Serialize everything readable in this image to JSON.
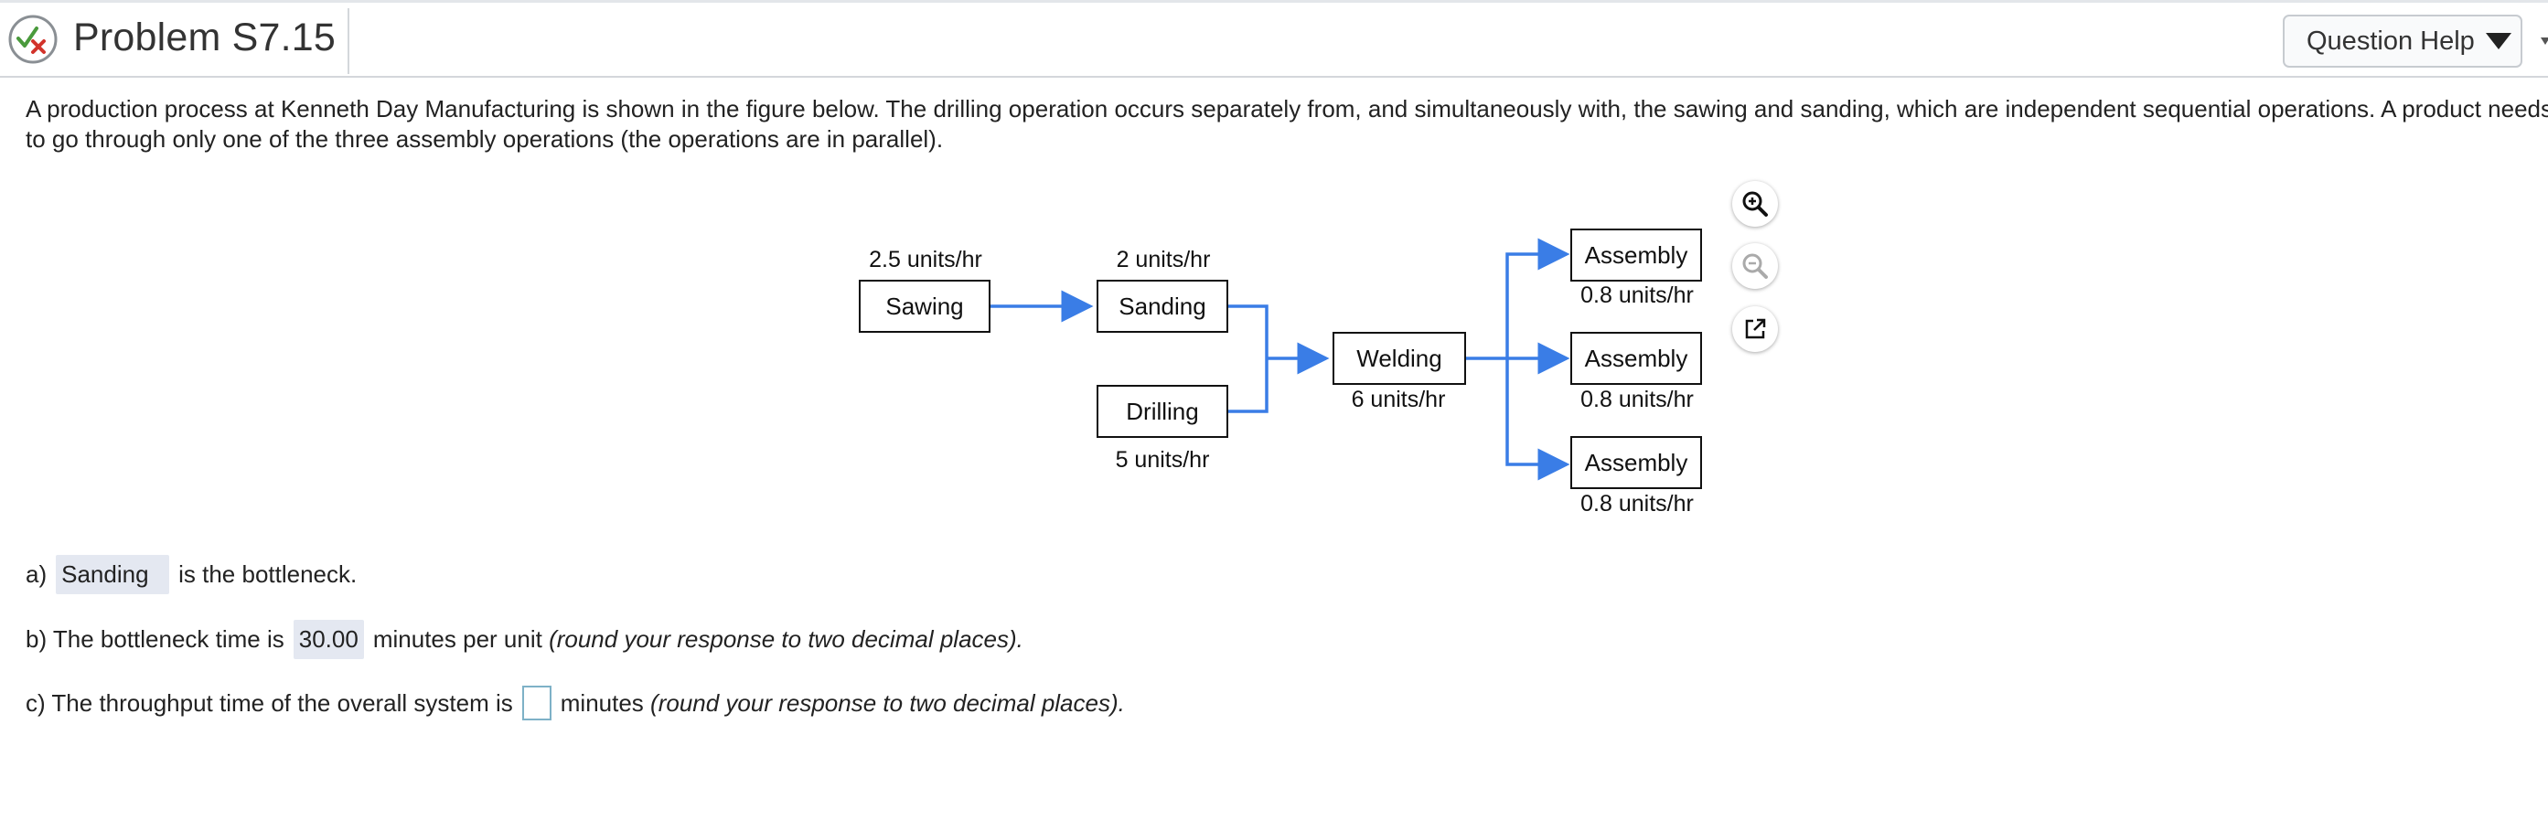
{
  "header": {
    "title": "Problem S7.15",
    "help_label": "Question Help",
    "status_icon": "check-x-status-icon"
  },
  "intro": {
    "line1": "A production process at Kenneth Day Manufacturing is shown in the figure below. The drilling operation occurs separately from, and simultaneously with, the sawing and sanding, which are independent sequential operations. A product needs",
    "line2": "to go through only one of the three assembly operations (the operations are in parallel)."
  },
  "figure": {
    "sawing": {
      "label": "Sawing",
      "rate": "2.5 units/hr"
    },
    "sanding": {
      "label": "Sanding",
      "rate": "2 units/hr"
    },
    "drilling": {
      "label": "Drilling",
      "rate": "5 units/hr"
    },
    "welding": {
      "label": "Welding",
      "rate": "6 units/hr"
    },
    "assembly1": {
      "label": "Assembly",
      "rate": "0.8 units/hr"
    },
    "assembly2": {
      "label": "Assembly",
      "rate": "0.8 units/hr"
    },
    "assembly3": {
      "label": "Assembly",
      "rate": "0.8 units/hr"
    },
    "line_color": "#3a7de6",
    "tools": [
      "zoom-in-icon",
      "zoom-out-icon",
      "open-external-icon"
    ]
  },
  "questions": {
    "a": {
      "prefix": "a)",
      "answer": "Sanding",
      "suffix": "is the bottleneck."
    },
    "b": {
      "prefix": "b) The bottleneck time is",
      "answer": "30.00",
      "suffix": "minutes per unit",
      "note": "(round your response to two decimal places)."
    },
    "c": {
      "prefix": "c) The throughput time of the overall system is",
      "answer": "",
      "suffix": "minutes",
      "note": "(round your response to two decimal places)."
    }
  }
}
